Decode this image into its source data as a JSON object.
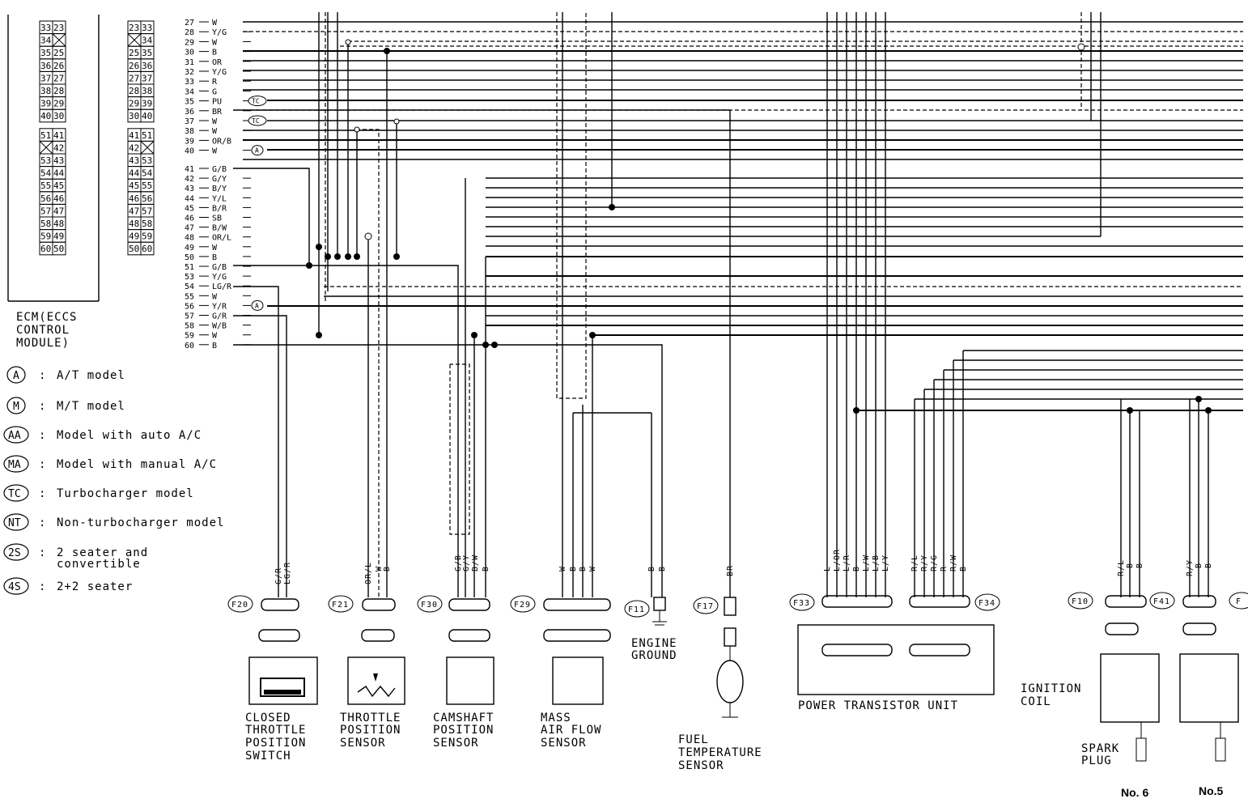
{
  "ecm_table_left": [
    [
      "33",
      "23"
    ],
    [
      "34",
      "X"
    ],
    [
      "35",
      "25"
    ],
    [
      "36",
      "26"
    ],
    [
      "37",
      "27"
    ],
    [
      "38",
      "28"
    ],
    [
      "39",
      "29"
    ],
    [
      "40",
      "30"
    ],
    [
      "51",
      "41"
    ],
    [
      "X",
      "42"
    ],
    [
      "53",
      "43"
    ],
    [
      "54",
      "44"
    ],
    [
      "55",
      "45"
    ],
    [
      "56",
      "46"
    ],
    [
      "57",
      "47"
    ],
    [
      "58",
      "48"
    ],
    [
      "59",
      "49"
    ],
    [
      "60",
      "50"
    ]
  ],
  "ecm_table_right": [
    [
      "23",
      "33"
    ],
    [
      "X",
      "34"
    ],
    [
      "25",
      "35"
    ],
    [
      "26",
      "36"
    ],
    [
      "27",
      "37"
    ],
    [
      "28",
      "38"
    ],
    [
      "29",
      "39"
    ],
    [
      "30",
      "40"
    ],
    [
      "41",
      "51"
    ],
    [
      "42",
      "X"
    ],
    [
      "43",
      "53"
    ],
    [
      "44",
      "54"
    ],
    [
      "45",
      "55"
    ],
    [
      "46",
      "56"
    ],
    [
      "47",
      "57"
    ],
    [
      "48",
      "58"
    ],
    [
      "49",
      "59"
    ],
    [
      "50",
      "60"
    ]
  ],
  "ecm_label": [
    "ECM(ECCS",
    "CONTROL",
    "MODULE)"
  ],
  "pins_top": [
    {
      "num": "27",
      "color": "W"
    },
    {
      "num": "28",
      "color": "Y/G"
    },
    {
      "num": "29",
      "color": "W"
    },
    {
      "num": "30",
      "color": "B"
    },
    {
      "num": "31",
      "color": "OR"
    },
    {
      "num": "32",
      "color": "Y/G"
    },
    {
      "num": "33",
      "color": "R"
    },
    {
      "num": "34",
      "color": "G"
    },
    {
      "num": "35",
      "color": "PU",
      "tag": "TC"
    },
    {
      "num": "36",
      "color": "BR"
    },
    {
      "num": "37",
      "color": "W",
      "tag": "TC"
    },
    {
      "num": "38",
      "color": "W"
    },
    {
      "num": "39",
      "color": "OR/B"
    },
    {
      "num": "40",
      "color": "W",
      "tag": "A"
    }
  ],
  "pins_bottom": [
    {
      "num": "41",
      "color": "G/B"
    },
    {
      "num": "42",
      "color": "G/Y"
    },
    {
      "num": "43",
      "color": "B/Y"
    },
    {
      "num": "44",
      "color": "Y/L"
    },
    {
      "num": "45",
      "color": "B/R"
    },
    {
      "num": "46",
      "color": "SB"
    },
    {
      "num": "47",
      "color": "B/W"
    },
    {
      "num": "48",
      "color": "OR/L"
    },
    {
      "num": "49",
      "color": "W"
    },
    {
      "num": "50",
      "color": "B"
    },
    {
      "num": "51",
      "color": "G/B"
    },
    {
      "num": "53",
      "color": "Y/G"
    },
    {
      "num": "54",
      "color": "LG/R"
    },
    {
      "num": "55",
      "color": "W"
    },
    {
      "num": "56",
      "color": "Y/R",
      "tag": "A"
    },
    {
      "num": "57",
      "color": "G/R"
    },
    {
      "num": "58",
      "color": "W/B"
    },
    {
      "num": "59",
      "color": "W"
    },
    {
      "num": "60",
      "color": "B"
    }
  ],
  "legend": [
    {
      "sym": "A",
      "text": "A/T model"
    },
    {
      "sym": "M",
      "text": "M/T model"
    },
    {
      "sym": "AA",
      "text": "Model with auto A/C"
    },
    {
      "sym": "MA",
      "text": "Model with manual A/C"
    },
    {
      "sym": "TC",
      "text": "Turbocharger model"
    },
    {
      "sym": "NT",
      "text": "Non-turbocharger model"
    },
    {
      "sym": "2S",
      "text": "2 seater and",
      "text2": "convertible"
    },
    {
      "sym": "4S",
      "text": "2+2 seater"
    }
  ],
  "connectors": {
    "f20": {
      "id": "F20",
      "wires": [
        "G/R",
        "LG/R"
      ],
      "label": [
        "CLOSED",
        "THROTTLE",
        "POSITION",
        "SWITCH"
      ]
    },
    "f21": {
      "id": "F21",
      "wires": [
        "OR/L",
        "W",
        "B"
      ],
      "label": [
        "THROTTLE",
        "POSITION",
        "SENSOR"
      ]
    },
    "f30": {
      "id": "F30",
      "wires": [
        "G/B",
        "G/Y",
        "B/W",
        "B"
      ],
      "label": [
        "CAMSHAFT",
        "POSITION",
        "SENSOR"
      ]
    },
    "f29": {
      "id": "F29",
      "wires": [
        "W",
        "B",
        "B",
        "W"
      ],
      "label": [
        "MASS",
        "AIR FLOW",
        "SENSOR"
      ]
    },
    "f11": {
      "id": "F11",
      "wires": [
        "B",
        "B"
      ],
      "label": [
        "ENGINE",
        "GROUND"
      ]
    },
    "f17": {
      "id": "F17",
      "wires": [
        "BR"
      ],
      "label": [
        "FUEL",
        "TEMPERATURE",
        "SENSOR"
      ]
    },
    "f33": {
      "id": "F33",
      "wires": [
        "L",
        "L/OR",
        "L/R",
        "B",
        "L/W",
        "L/B",
        "L/Y"
      ]
    },
    "f34": {
      "id": "F34",
      "wires": [
        "R/L",
        "R/Y",
        "R/G",
        "R",
        "R/W",
        "B"
      ]
    },
    "ptu": {
      "label": "POWER TRANSISTOR UNIT"
    },
    "f10": {
      "id": "F10",
      "wires": [
        "R/L",
        "B",
        "B"
      ]
    },
    "f41": {
      "id": "F41",
      "wires": [
        "R/Y",
        "B",
        "B"
      ]
    },
    "coil": {
      "label": [
        "IGNITION",
        "COIL"
      ]
    },
    "plug": {
      "label": [
        "SPARK",
        "PLUG"
      ]
    },
    "no6": "No. 6",
    "no5": "No.5",
    "edge_f": "F"
  }
}
